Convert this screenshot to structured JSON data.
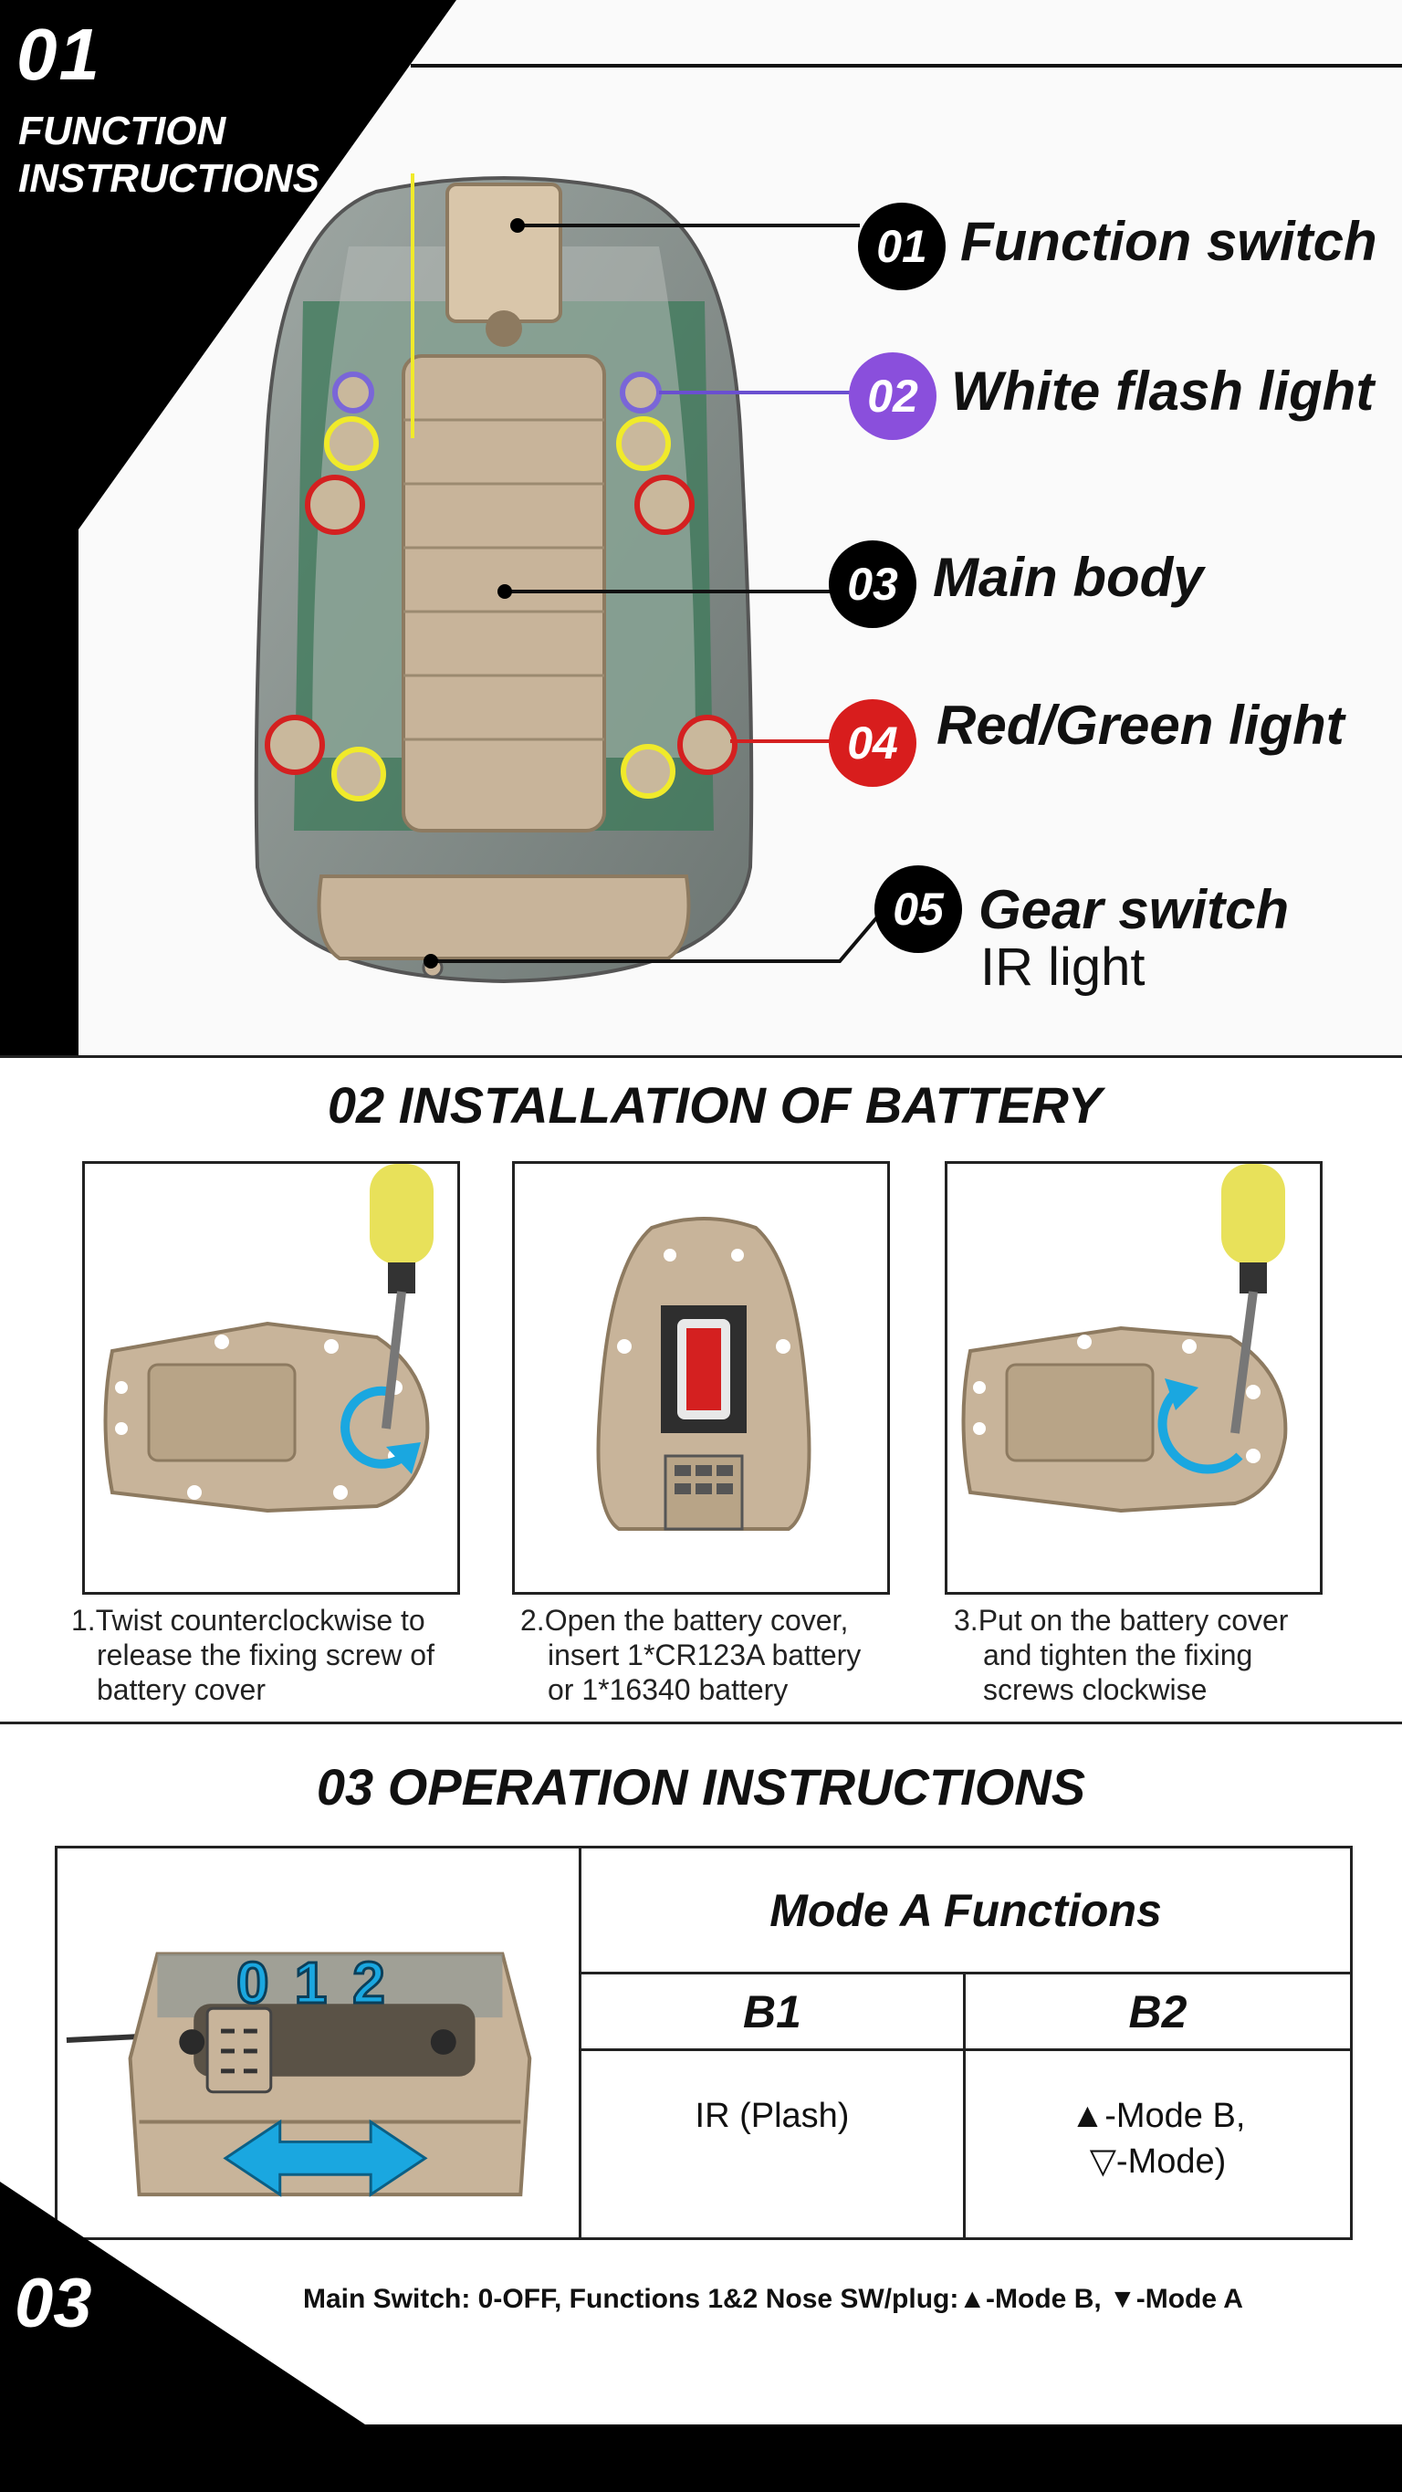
{
  "function": {
    "number": "01",
    "title": "FUNCTION INSTRUCTIONS",
    "callouts": [
      {
        "num": "01",
        "label": "Function switch",
        "color": "#000000"
      },
      {
        "num": "02",
        "label": "White flash light",
        "color": "#8a4fdc"
      },
      {
        "num": "03",
        "label": "Main body",
        "color": "#000000"
      },
      {
        "num": "04",
        "label": "Red/Green light",
        "color": "#d81d1d"
      },
      {
        "num": "05",
        "label": "Gear switch",
        "sublabel": "IR light",
        "color": "#000000"
      }
    ]
  },
  "battery": {
    "title": "02 INSTALLATION OF BATTERY",
    "steps": [
      {
        "lines": [
          "1.Twist counterclockwise to",
          "release the fixing screw of",
          "battery cover"
        ]
      },
      {
        "lines": [
          "2.Open the battery cover,",
          "insert 1*CR123A battery",
          "or 1*16340 battery"
        ]
      },
      {
        "lines": [
          "3.Put on the battery cover",
          "and tighten the fixing",
          "screws clockwise"
        ]
      }
    ]
  },
  "operation": {
    "title": "03 OPERATION INSTRUCTIONS",
    "section_number": "03",
    "switch_positions": [
      "0",
      "1",
      "2"
    ],
    "table": {
      "title": "Mode A Functions",
      "columns": [
        "B1",
        "B2"
      ],
      "b1_text": "IR (Plash)",
      "b2_line1": "▲-Mode B,",
      "b2_line2": "▽-Mode)"
    },
    "footer": "Main Switch: 0-OFF, Functions 1&2      Nose SW/plug:▲-Mode B,  ▼-Mode A"
  },
  "colors": {
    "tan": "#c8b49a",
    "accent_blue": "#1aa7e0",
    "led_yellow": "#f0ea2a",
    "led_red": "#d42020",
    "led_purple": "#7a66d8"
  }
}
